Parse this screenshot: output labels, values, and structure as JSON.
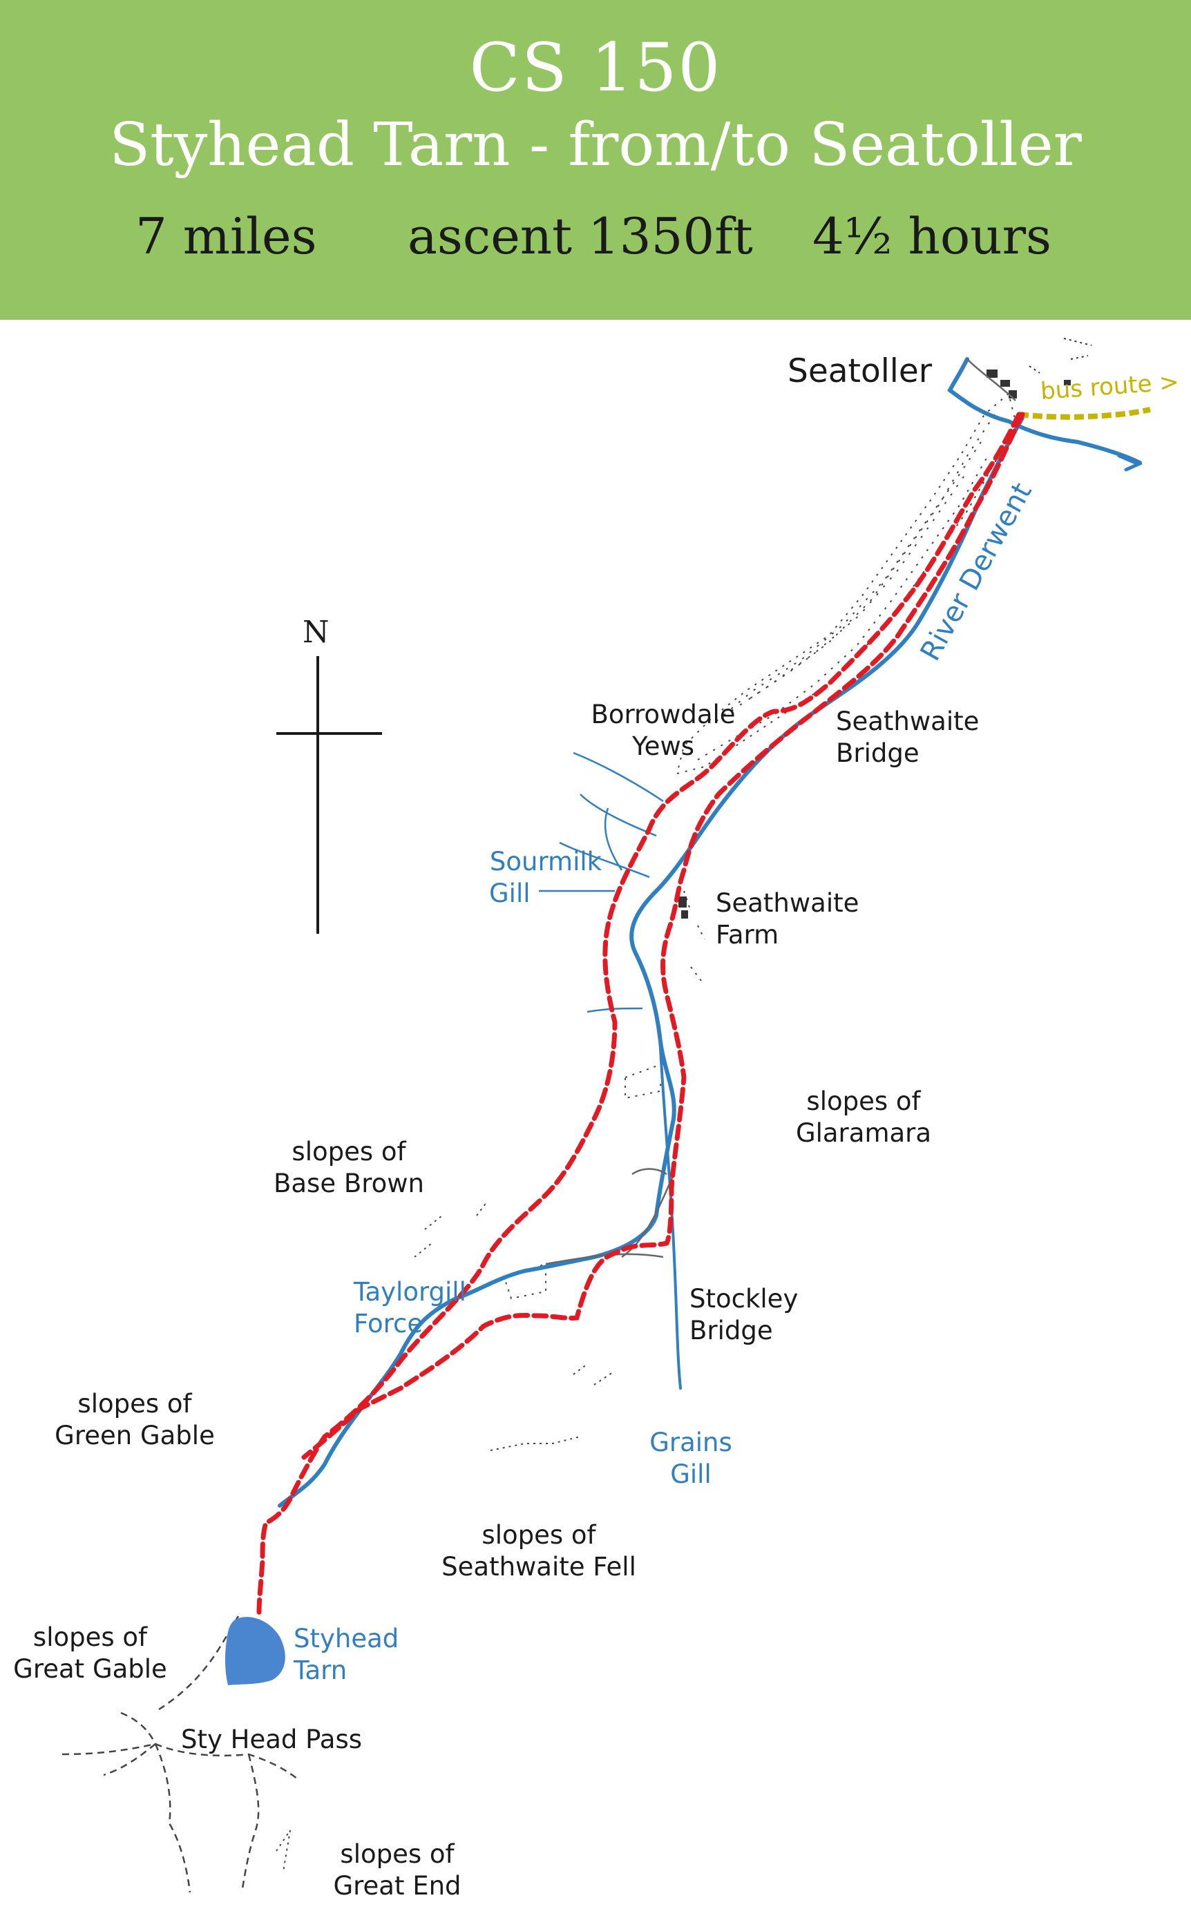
{
  "header": {
    "code": "CS 150",
    "title": "Styhead Tarn - from/to Seatoller",
    "distance": "7 miles",
    "ascent": "ascent 1350ft",
    "time": "4½ hours"
  },
  "colors": {
    "header_bg": "#94c562",
    "route": "#e01b24",
    "water": "#2f7fc1",
    "bus": "#c8b400",
    "ink": "#1a1a1a"
  },
  "north": "N",
  "places": {
    "seatoller": "Seatoller",
    "bus_route": "bus route >",
    "river_derwent": "River Derwent",
    "borrowdale_yews_1": "Borrowdale",
    "borrowdale_yews_2": "Yews",
    "seathwaite_bridge_1": "Seathwaite",
    "seathwaite_bridge_2": "Bridge",
    "sourmilk_1": "Sourmilk",
    "sourmilk_2": "Gill",
    "seathwaite_farm_1": "Seathwaite",
    "seathwaite_farm_2": "Farm",
    "glaramara_1": "slopes of",
    "glaramara_2": "Glaramara",
    "base_brown_1": "slopes of",
    "base_brown_2": "Base Brown",
    "taylorgill_1": "Taylorgill",
    "taylorgill_2": "Force",
    "stockley_1": "Stockley",
    "stockley_2": "Bridge",
    "green_gable_1": "slopes of",
    "green_gable_2": "Green Gable",
    "grains_1": "Grains",
    "grains_2": "Gill",
    "seathwaite_fell_1": "slopes of",
    "seathwaite_fell_2": "Seathwaite Fell",
    "great_gable_1": "slopes of",
    "great_gable_2": "Great Gable",
    "styhead_1": "Styhead",
    "styhead_2": "Tarn",
    "sty_head_pass": "Sty Head Pass",
    "great_end_1": "slopes of",
    "great_end_2": "Great End"
  }
}
